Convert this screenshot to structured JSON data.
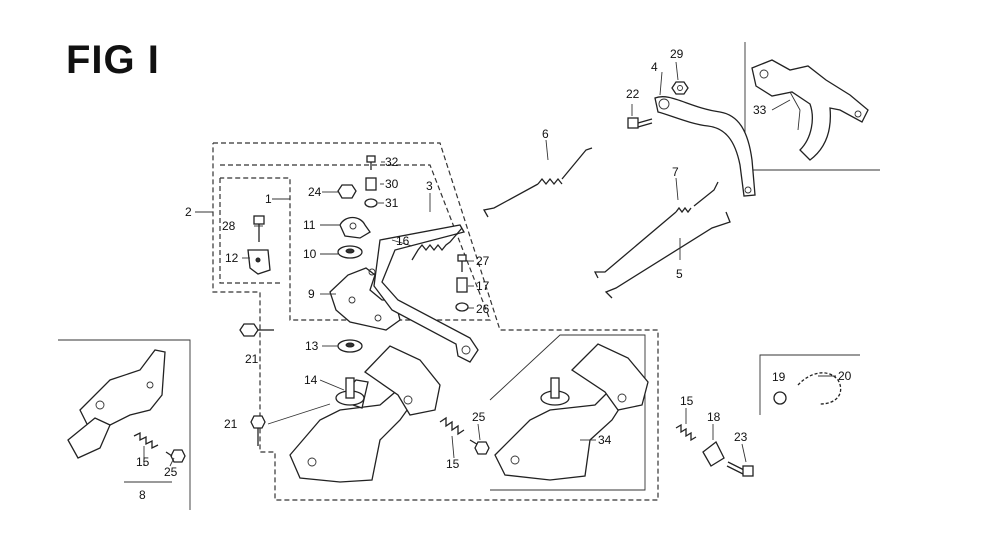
{
  "figure": {
    "title": "FIG I"
  },
  "parts": [
    {
      "id": "p1",
      "text": "1"
    },
    {
      "id": "p2",
      "text": "2"
    },
    {
      "id": "p3",
      "text": "3"
    },
    {
      "id": "p4",
      "text": "4"
    },
    {
      "id": "p5",
      "text": "5"
    },
    {
      "id": "p6",
      "text": "6"
    },
    {
      "id": "p7",
      "text": "7"
    },
    {
      "id": "p8",
      "text": "8"
    },
    {
      "id": "p9",
      "text": "9"
    },
    {
      "id": "p10",
      "text": "10"
    },
    {
      "id": "p11",
      "text": "11"
    },
    {
      "id": "p12",
      "text": "12"
    },
    {
      "id": "p13",
      "text": "13"
    },
    {
      "id": "p14",
      "text": "14"
    },
    {
      "id": "p15a",
      "text": "15"
    },
    {
      "id": "p15b",
      "text": "15"
    },
    {
      "id": "p15c",
      "text": "15"
    },
    {
      "id": "p16",
      "text": "16"
    },
    {
      "id": "p17",
      "text": "17"
    },
    {
      "id": "p18",
      "text": "18"
    },
    {
      "id": "p19",
      "text": "19"
    },
    {
      "id": "p20",
      "text": "20"
    },
    {
      "id": "p21a",
      "text": "21"
    },
    {
      "id": "p21b",
      "text": "21"
    },
    {
      "id": "p22",
      "text": "22"
    },
    {
      "id": "p23",
      "text": "23"
    },
    {
      "id": "p24",
      "text": "24"
    },
    {
      "id": "p25a",
      "text": "25"
    },
    {
      "id": "p25b",
      "text": "25"
    },
    {
      "id": "p26",
      "text": "26"
    },
    {
      "id": "p27",
      "text": "27"
    },
    {
      "id": "p28",
      "text": "28"
    },
    {
      "id": "p29",
      "text": "29"
    },
    {
      "id": "p30",
      "text": "30"
    },
    {
      "id": "p31",
      "text": "31"
    },
    {
      "id": "p32",
      "text": "32"
    },
    {
      "id": "p33",
      "text": "33"
    },
    {
      "id": "p34",
      "text": "34"
    }
  ]
}
